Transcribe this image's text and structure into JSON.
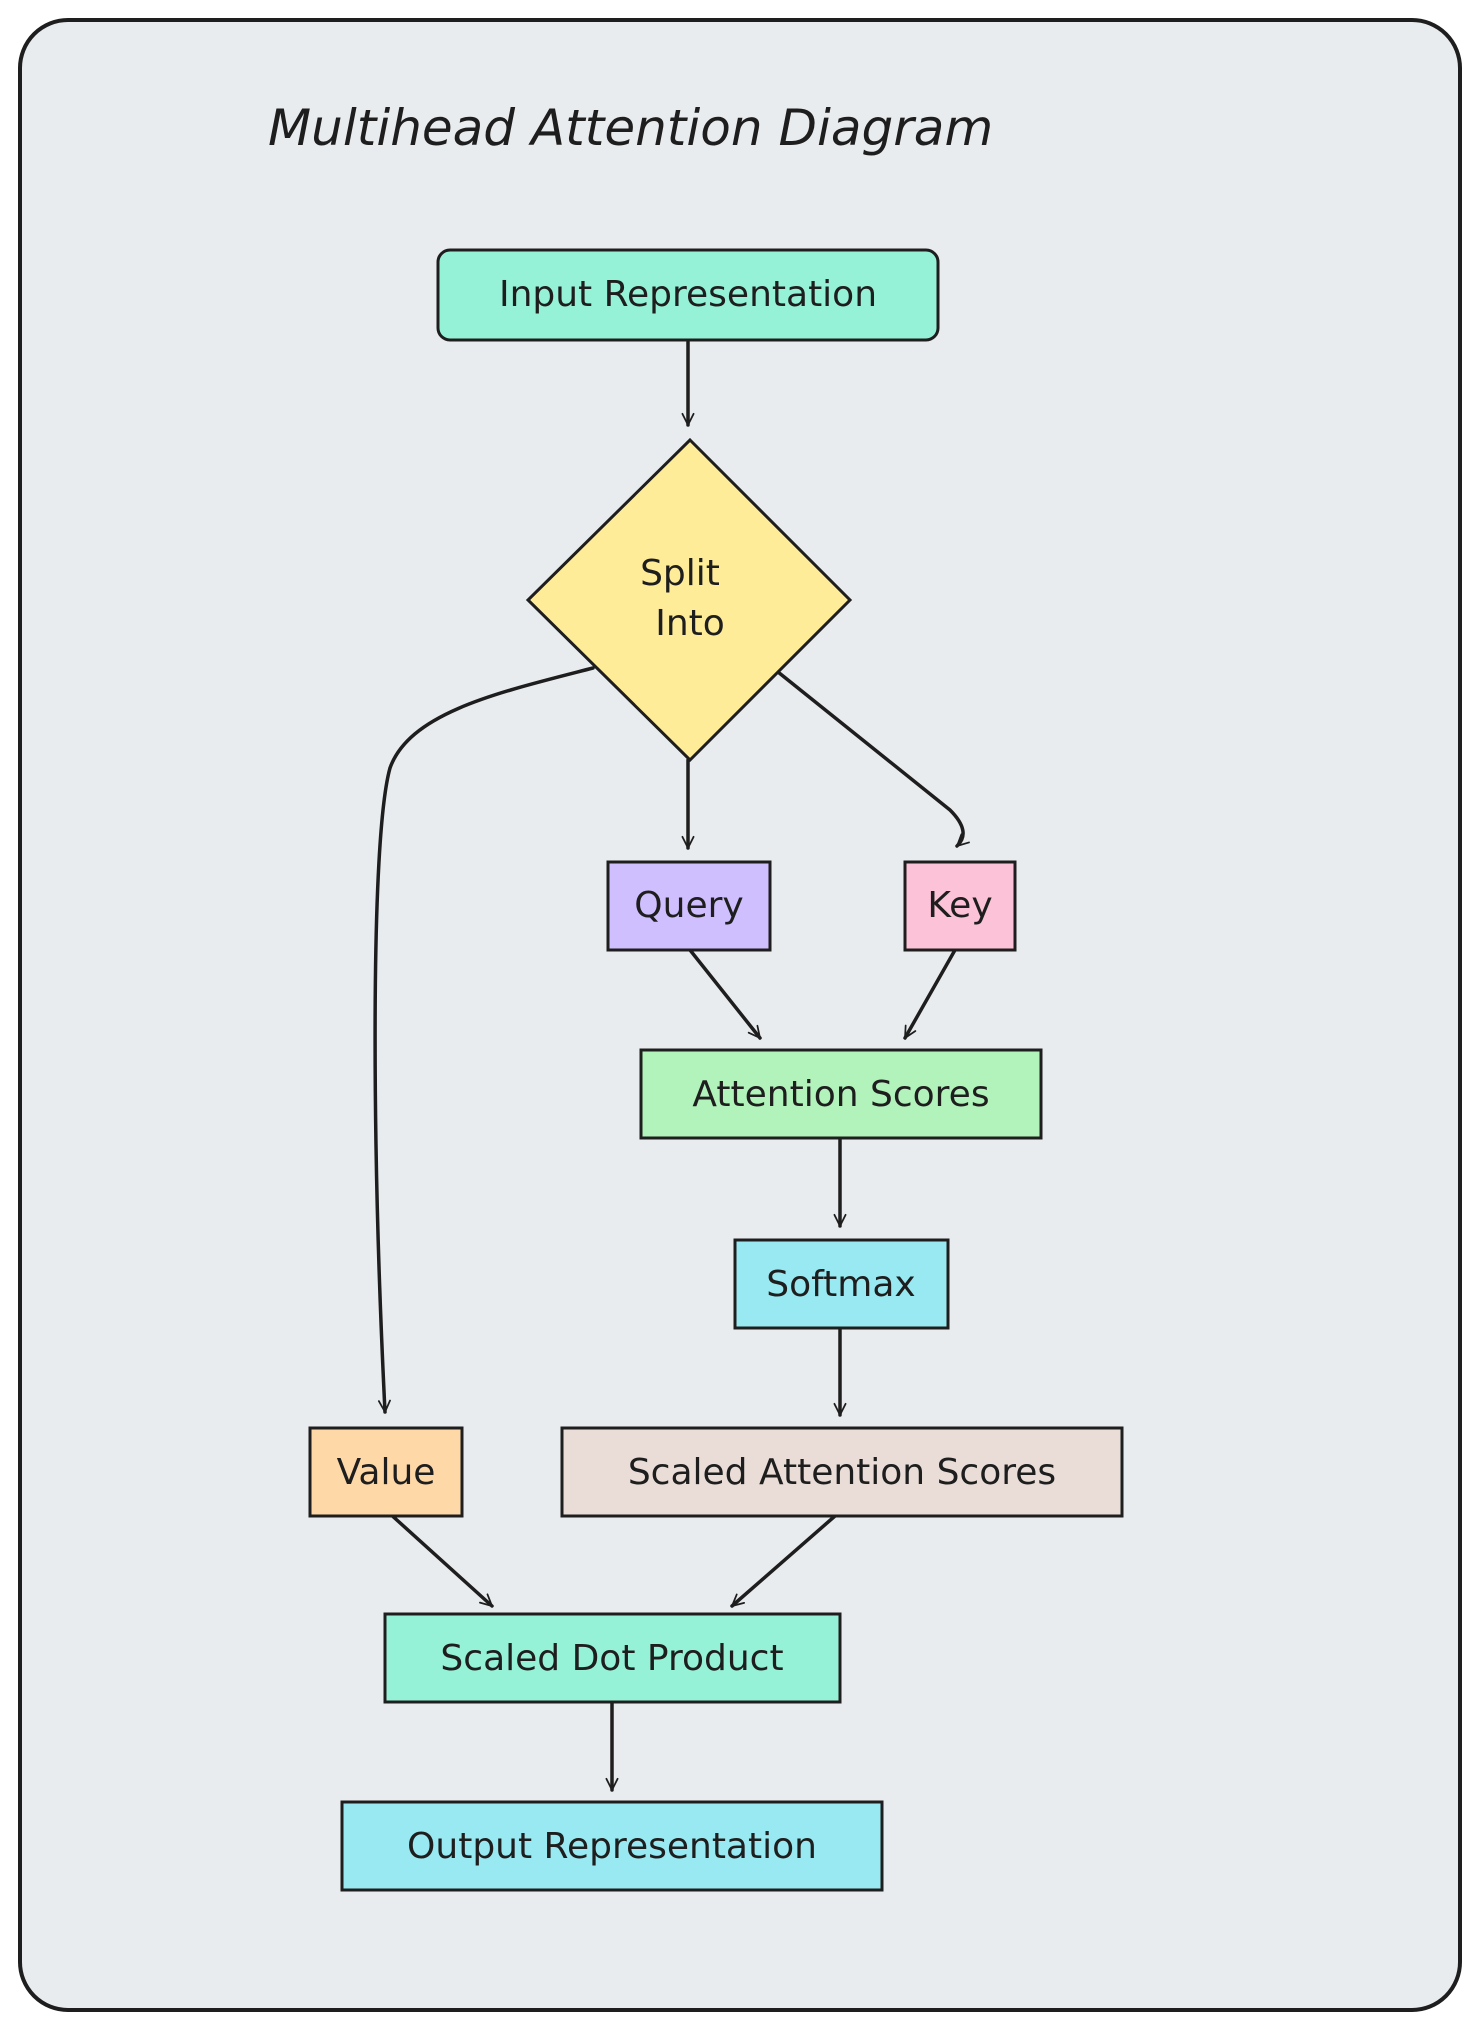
{
  "title": "Multihead Attention Diagram",
  "nodes": {
    "input": {
      "label": "Input Representation",
      "fill": "#96f2d7"
    },
    "split": {
      "label_line1": "Split",
      "label_line2": "Into",
      "fill": "#ffec99"
    },
    "query": {
      "label": "Query",
      "fill": "#d0bfff"
    },
    "key": {
      "label": "Key",
      "fill": "#fcc2d7"
    },
    "attention_scores": {
      "label": "Attention Scores",
      "fill": "#b2f2bb"
    },
    "softmax": {
      "label": "Softmax",
      "fill": "#99e9f2"
    },
    "value": {
      "label": "Value",
      "fill": "#ffd8a8"
    },
    "scaled_attention_scores": {
      "label": "Scaled Attention Scores",
      "fill": "#eaddd7"
    },
    "scaled_dot_product": {
      "label": "Scaled Dot Product",
      "fill": "#96f2d7"
    },
    "output": {
      "label": "Output Representation",
      "fill": "#99e9f2"
    }
  },
  "edges": [
    {
      "from": "input",
      "to": "split"
    },
    {
      "from": "split",
      "to": "query"
    },
    {
      "from": "split",
      "to": "key"
    },
    {
      "from": "split",
      "to": "value"
    },
    {
      "from": "query",
      "to": "attention_scores"
    },
    {
      "from": "key",
      "to": "attention_scores"
    },
    {
      "from": "attention_scores",
      "to": "softmax"
    },
    {
      "from": "softmax",
      "to": "scaled_attention_scores"
    },
    {
      "from": "value",
      "to": "scaled_dot_product"
    },
    {
      "from": "scaled_attention_scores",
      "to": "scaled_dot_product"
    },
    {
      "from": "scaled_dot_product",
      "to": "output"
    }
  ]
}
